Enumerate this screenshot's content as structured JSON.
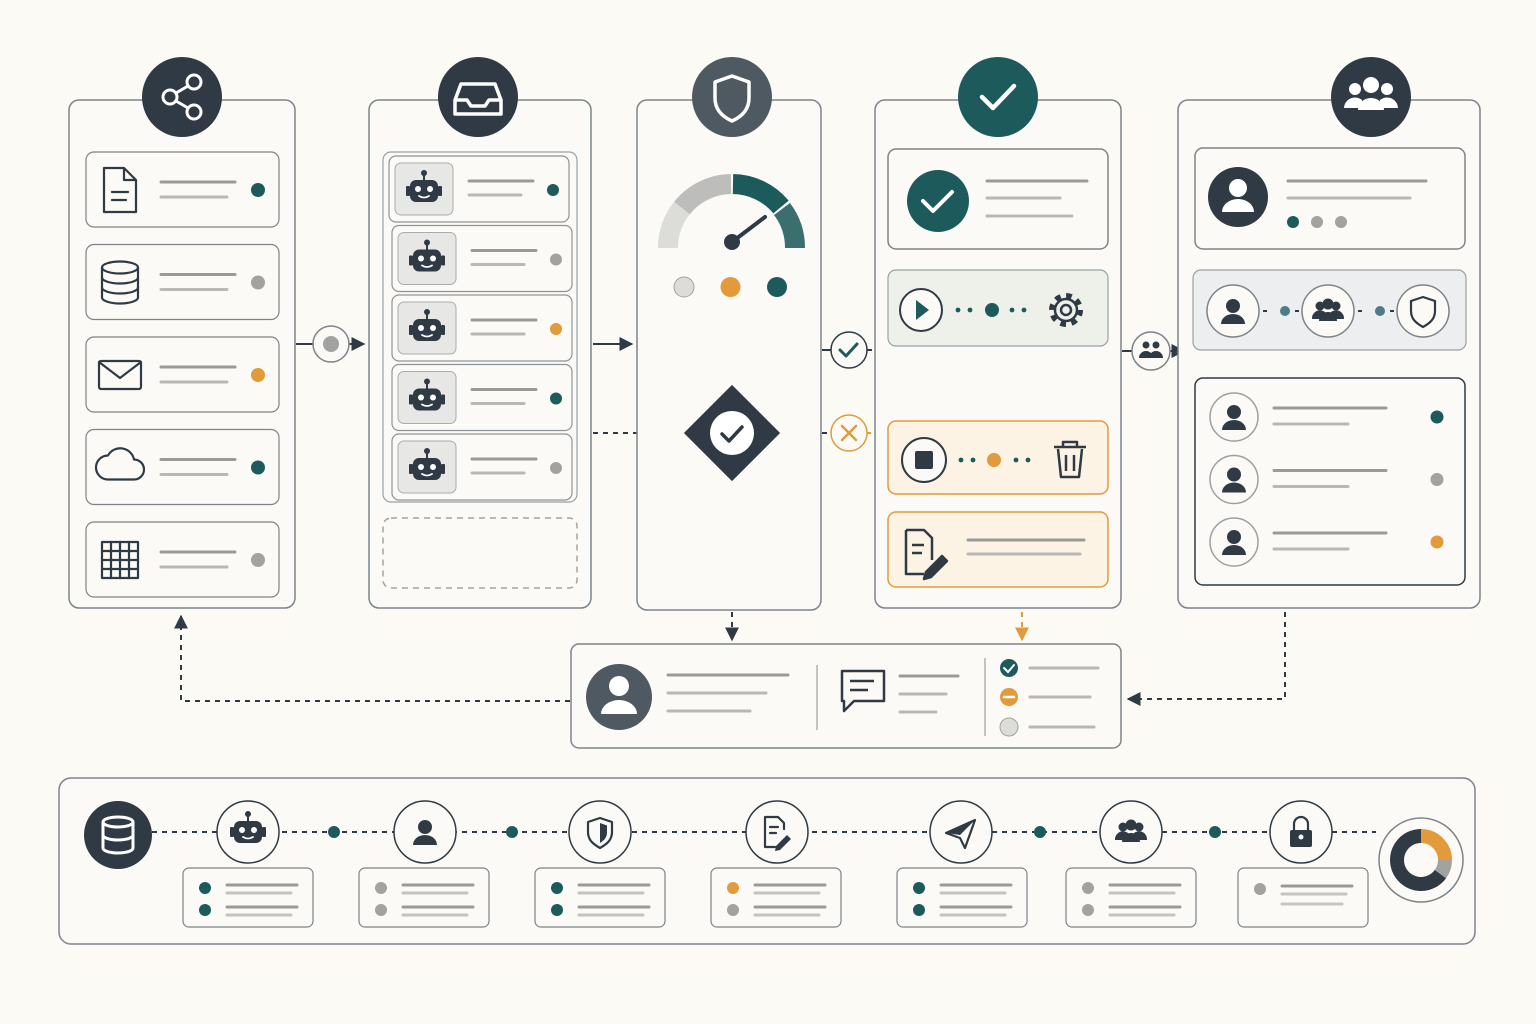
{
  "colors": {
    "background": "#fbfaf5",
    "dark": "#2f3a44",
    "teal": "#1d5a5b",
    "orange": "#e29a3a",
    "gray": "#a2a2a0",
    "light_gray": "#dcdcd8",
    "border": "#7d8388",
    "panel_fill": "#fbfaf6",
    "green_fill": "#edf1ea",
    "orange_fill": "#fdf3e4",
    "blue_fill": "#eceeef"
  },
  "stages": [
    {
      "id": "sources",
      "header_icon": "share-icon",
      "items": [
        {
          "icon": "document-icon",
          "status": "teal"
        },
        {
          "icon": "database-icon",
          "status": "gray"
        },
        {
          "icon": "mail-icon",
          "status": "orange"
        },
        {
          "icon": "cloud-icon",
          "status": "teal"
        },
        {
          "icon": "table-grid-icon",
          "status": "gray"
        }
      ]
    },
    {
      "id": "agent-queue",
      "header_icon": "inbox-tray-icon",
      "items": [
        {
          "icon": "robot-icon",
          "status": "teal"
        },
        {
          "icon": "robot-icon",
          "status": "gray"
        },
        {
          "icon": "robot-icon",
          "status": "orange"
        },
        {
          "icon": "robot-icon",
          "status": "teal"
        },
        {
          "icon": "robot-icon",
          "status": "gray"
        }
      ],
      "has_empty_slot": true
    },
    {
      "id": "risk-gate",
      "header_icon": "shield-icon",
      "gauge_value": 0.72,
      "levels": [
        "light_gray",
        "orange",
        "teal"
      ],
      "decision_icon": "check-diamond-icon"
    },
    {
      "id": "execution",
      "header_icon": "check-icon",
      "cards": [
        {
          "name": "approved-card",
          "icon": "check-circle-icon"
        },
        {
          "name": "run-card",
          "icons": [
            "play-icon",
            "gear-icon"
          ],
          "tone": "green"
        },
        {
          "name": "stop-card",
          "icons": [
            "stop-icon",
            "trash-icon"
          ],
          "tone": "orange"
        },
        {
          "name": "edit-card",
          "icon": "edit-document-icon",
          "tone": "orange"
        }
      ]
    },
    {
      "id": "team-review",
      "header_icon": "team-icon",
      "steps": [
        "user-icon",
        "team-icon",
        "shield-icon"
      ],
      "reviewers": [
        {
          "icon": "user-icon",
          "status": "teal"
        },
        {
          "icon": "user-icon",
          "status": "gray"
        },
        {
          "icon": "user-icon",
          "status": "orange"
        }
      ]
    }
  ],
  "feedback": {
    "icons": [
      "user-avatar-icon",
      "chat-bubble-icon"
    ],
    "checklist": [
      "teal-check",
      "orange-minus",
      "gray-empty"
    ]
  },
  "timeline": {
    "start_icon": "database-icon",
    "nodes": [
      {
        "icon": "robot-icon",
        "dots": [
          "teal",
          "teal"
        ]
      },
      {
        "icon": "user-icon",
        "dots": [
          "gray",
          "gray"
        ]
      },
      {
        "icon": "shield-icon",
        "dots": [
          "teal",
          "teal"
        ]
      },
      {
        "icon": "edit-document-icon",
        "dots": [
          "orange",
          "gray"
        ]
      },
      {
        "icon": "send-icon",
        "dots": [
          "teal",
          "teal"
        ]
      },
      {
        "icon": "team-icon",
        "dots": [
          "gray",
          "gray"
        ]
      },
      {
        "icon": "lock-icon",
        "dots": [
          "gray"
        ]
      }
    ],
    "donut": [
      {
        "color": "orange",
        "value": 0.25
      },
      {
        "color": "gray",
        "value": 0.1
      },
      {
        "color": "dark",
        "value": 0.65
      }
    ]
  }
}
